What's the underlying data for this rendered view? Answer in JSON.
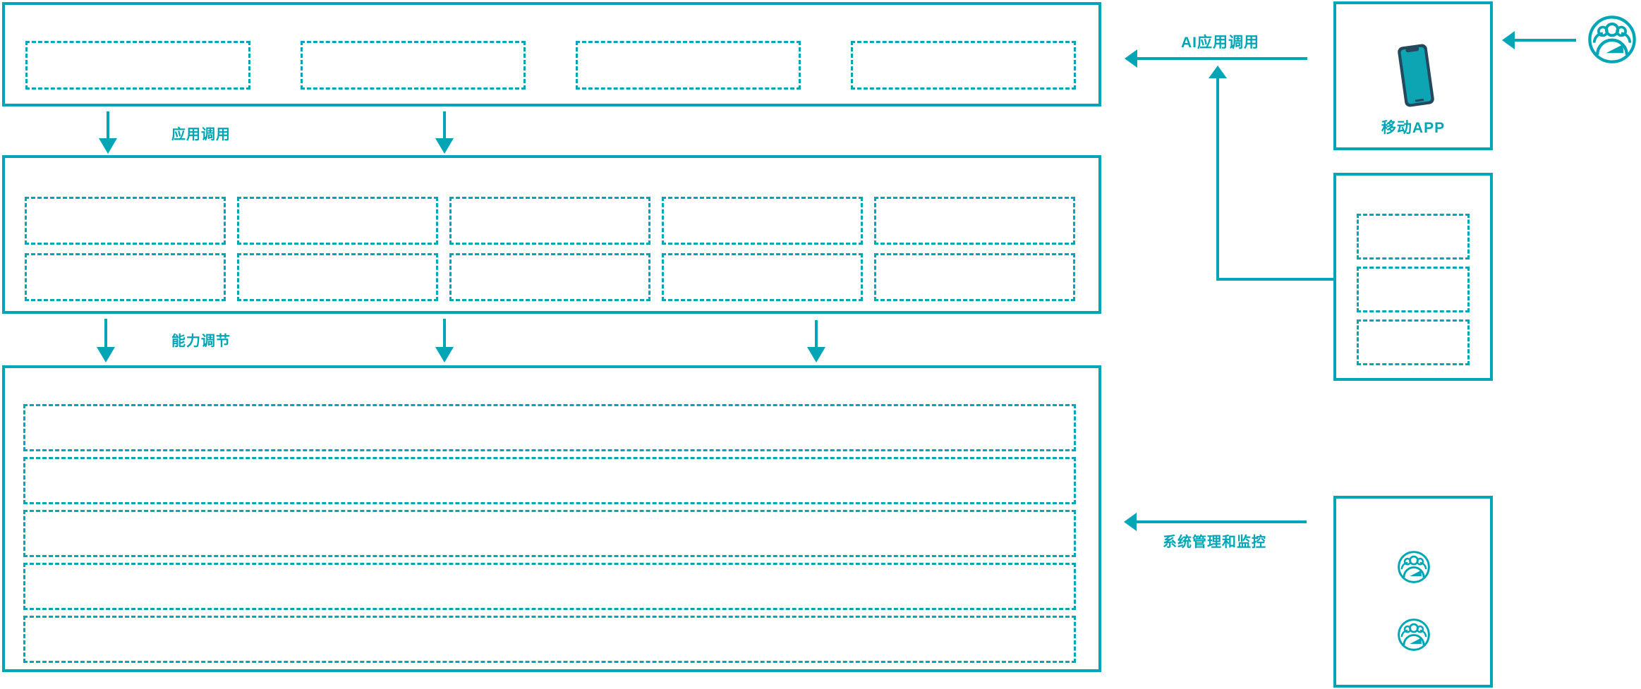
{
  "colors": {
    "accent": "#00a6b5",
    "phone_body": "#26485f",
    "phone_screen": "#0da4b4",
    "background": "#ffffff"
  },
  "labels": {
    "app_call": "应用调用",
    "capability_adjust": "能力调节",
    "ai_app_call": "AI应用调用",
    "system_monitor": "系统管理和监控",
    "mobile_app": "移动APP"
  },
  "structure": {
    "app_layer_slots": 4,
    "platform_slots": 10,
    "infra_rows": 5,
    "gateway_slots": 3,
    "admin_icons": 2
  },
  "icons": {
    "top_right": "users-group-icon",
    "admin_box": "users-group-icon",
    "phone": "mobile-phone-icon"
  }
}
